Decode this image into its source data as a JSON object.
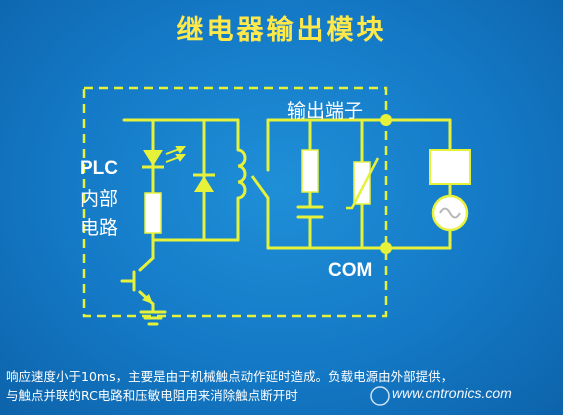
{
  "title": "继电器输出模块",
  "labels": {
    "plc": "PLC",
    "internal_1": "内部",
    "internal_2": "电路",
    "output_terminal": "输出端子",
    "com": "COM"
  },
  "note": {
    "line1": "响应速度小于10ms，主要是由于机械触点动作延时造成。负载电源由外部提供，",
    "line2": "与触点并联的RC电路和压敏电阻用来消除触点断开时"
  },
  "watermark": "www.cntronics.com",
  "colors": {
    "background": "#1479c6",
    "wire": "#e6f23a",
    "dashed_box": "#e6f23a",
    "component_fill": "#ffffff",
    "title": "#ffe94a"
  }
}
